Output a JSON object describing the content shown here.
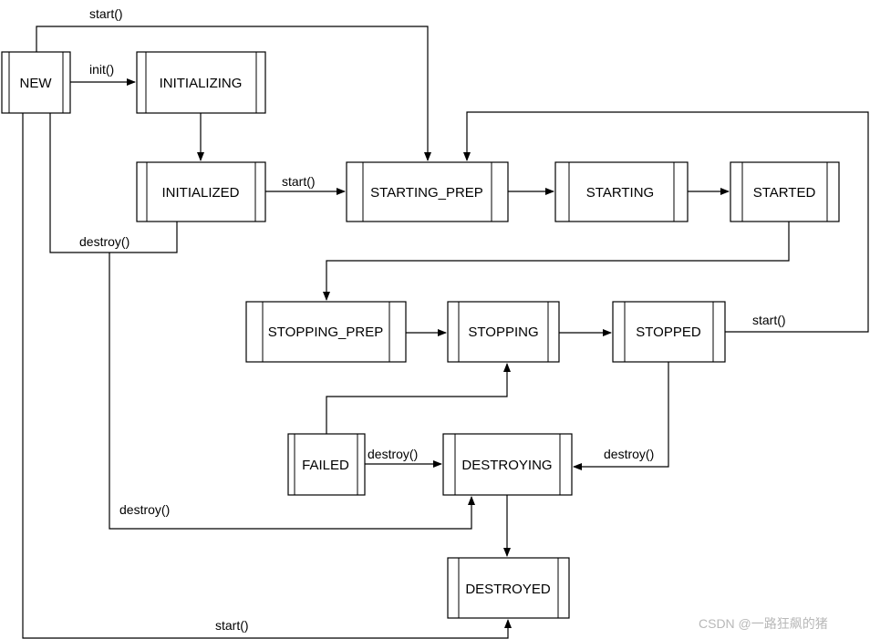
{
  "diagram": {
    "colors": {
      "stroke": "#000000",
      "box_fill": "#ffffff",
      "text": "#000000",
      "watermark": "#b8b8b8"
    },
    "nodes": {
      "new": "NEW",
      "initializing": "INITIALIZING",
      "initialized": "INITIALIZED",
      "starting_prep": "STARTING_PREP",
      "starting": "STARTING",
      "started": "STARTED",
      "stopping_prep": "STOPPING_PREP",
      "stopping": "STOPPING",
      "stopped": "STOPPED",
      "failed": "FAILED",
      "destroying": "DESTROYING",
      "destroyed": "DESTROYED"
    },
    "labels": {
      "new_start": "start()",
      "new_init": "init()",
      "initialized_start": "start()",
      "initialized_destroy": "destroy()",
      "new_destroy": "destroy()",
      "stopped_start": "start()",
      "failed_destroy": "destroy()",
      "stopped_destroy": "destroy()",
      "new_destroyed_start": "start()"
    },
    "edges": [
      {
        "from": "new",
        "to": "starting_prep",
        "label": "start()"
      },
      {
        "from": "new",
        "to": "initializing",
        "label": "init()"
      },
      {
        "from": "initializing",
        "to": "initialized"
      },
      {
        "from": "initialized",
        "to": "starting_prep",
        "label": "start()"
      },
      {
        "from": "starting_prep",
        "to": "starting"
      },
      {
        "from": "starting",
        "to": "started"
      },
      {
        "from": "started",
        "to": "stopping_prep"
      },
      {
        "from": "stopping_prep",
        "to": "stopping"
      },
      {
        "from": "stopping",
        "to": "stopped"
      },
      {
        "from": "stopped",
        "to": "starting_prep",
        "label": "start()"
      },
      {
        "from": "stopped",
        "to": "destroying",
        "label": "destroy()"
      },
      {
        "from": "failed",
        "to": "destroying",
        "label": "destroy()"
      },
      {
        "from": "failed",
        "to": "stopping"
      },
      {
        "from": "new",
        "to": "destroying",
        "label": "destroy()"
      },
      {
        "from": "initialized",
        "to": "destroying",
        "label": "destroy()"
      },
      {
        "from": "destroying",
        "to": "destroyed"
      },
      {
        "from": "new",
        "to": "destroyed",
        "label": "start()"
      }
    ]
  },
  "watermark": "CSDN @一路狂飙的猪"
}
